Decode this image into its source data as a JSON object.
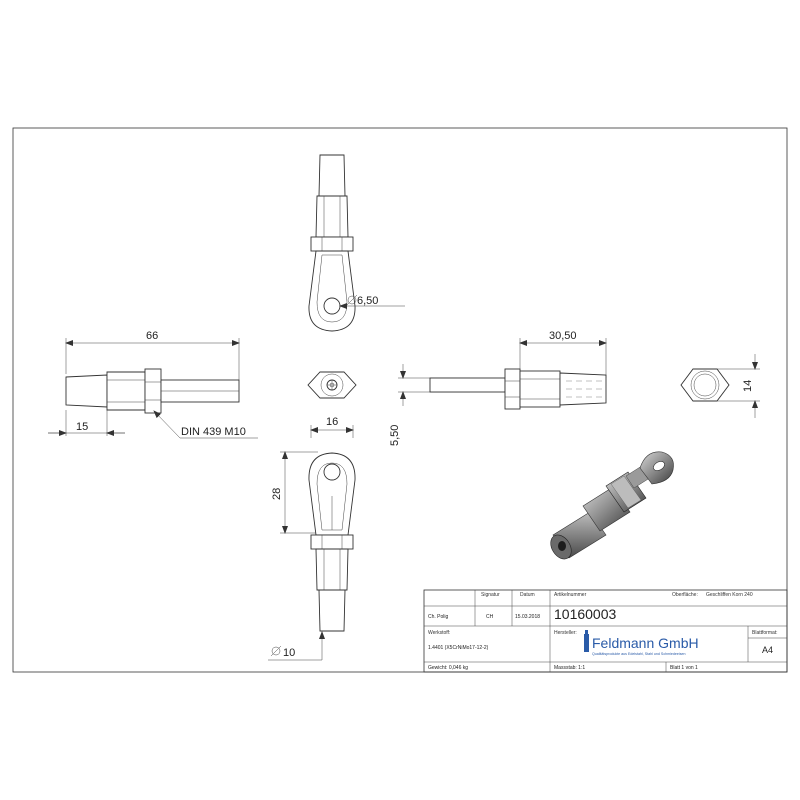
{
  "dimensions": {
    "eye_hole": "6,50",
    "overall_length": "66",
    "sleeve_length": "15",
    "thread_callout": "DIN 439 M10",
    "hex_width": "16",
    "eye_length": "28",
    "sleeve_diameter": "10",
    "length_right": "30,50",
    "slot_width": "5,50",
    "nut_across_flats": "14"
  },
  "title_block": {
    "col_signatur": "Signatur",
    "col_datum": "Datum",
    "col_artikelnummer": "Artikelnummer",
    "oberflaeche_label": "Oberfläche:",
    "oberflaeche_value": "Geschliffen Korn 240",
    "author": "Ch. Polig",
    "signature": "CH",
    "date": "15.03.2018",
    "article_number": "10160003",
    "werkstoff_label": "Werkstoff:",
    "werkstoff_value": "1.4401 (X5CrNiMo17-12-2)",
    "hersteller_label": "Hersteller:",
    "company_name": "Feldmann GmbH",
    "company_tagline": "Qualitätsprodukte aus Edelstahl, Stahl und Schmiedeeisen",
    "blattformat_label": "Blattformat:",
    "blattformat_value": "A4",
    "gewicht": "Gewicht: 0,046 kg",
    "massstab": "Massstab: 1:1",
    "blatt": "Blatt 1 von 1"
  },
  "colors": {
    "line": "#333333",
    "brand_blue": "#2a5ba8",
    "render_steel": "#8a8a8a"
  }
}
